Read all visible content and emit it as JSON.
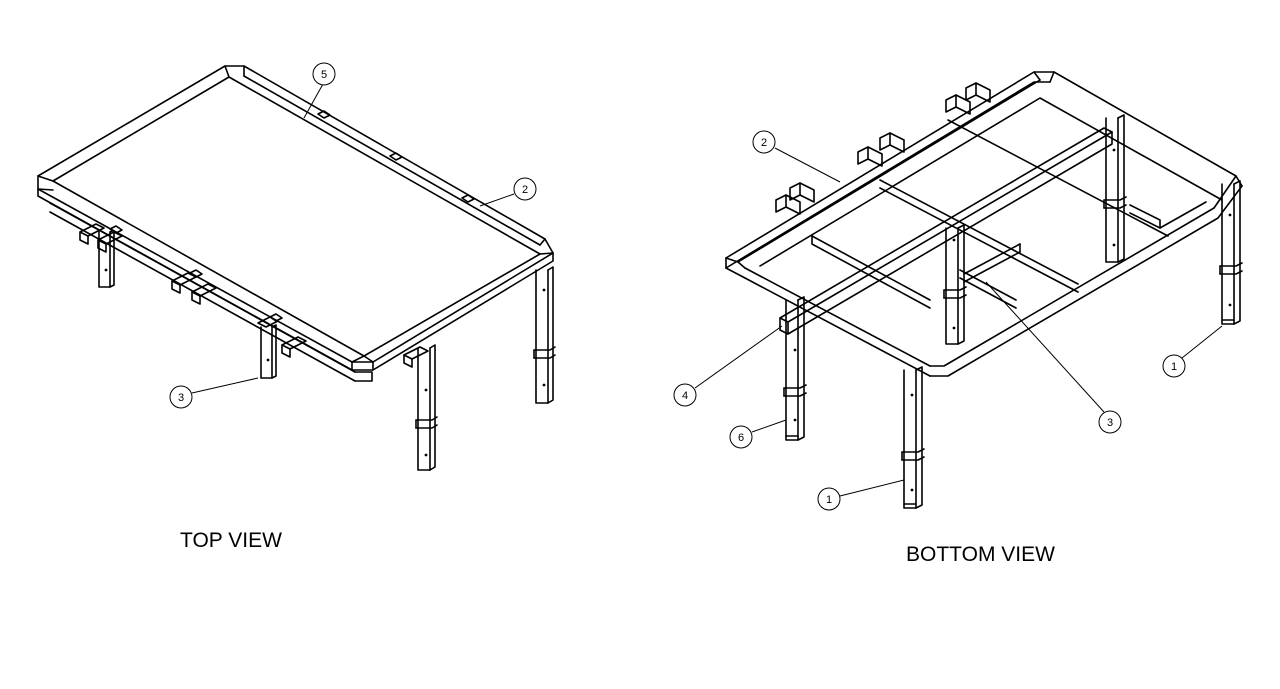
{
  "views": [
    {
      "id": "top",
      "title": "TOP VIEW",
      "callouts": [
        {
          "label": "5"
        },
        {
          "label": "2"
        },
        {
          "label": "3"
        }
      ]
    },
    {
      "id": "bottom",
      "title": "BOTTOM VIEW",
      "callouts": [
        {
          "label": "2"
        },
        {
          "label": "4"
        },
        {
          "label": "6"
        },
        {
          "label": "1"
        },
        {
          "label": "3"
        },
        {
          "label": "1"
        }
      ]
    }
  ]
}
